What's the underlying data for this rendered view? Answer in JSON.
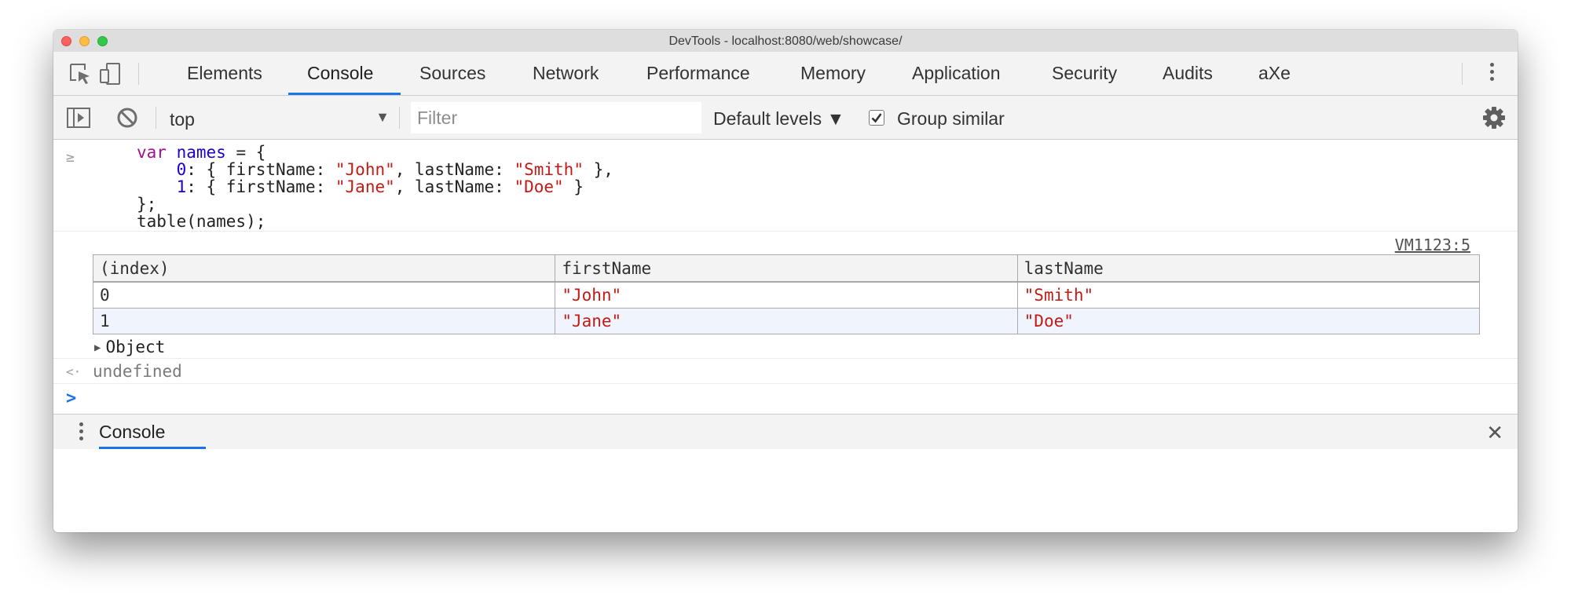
{
  "window": {
    "title": "DevTools - localhost:8080/web/showcase/"
  },
  "tabs": [
    {
      "label": "Elements"
    },
    {
      "label": "Console",
      "active": true
    },
    {
      "label": "Sources"
    },
    {
      "label": "Network"
    },
    {
      "label": "Performance"
    },
    {
      "label": "Memory"
    },
    {
      "label": "Application"
    },
    {
      "label": "Security"
    },
    {
      "label": "Audits"
    },
    {
      "label": "aXe"
    }
  ],
  "toolbar": {
    "context": "top",
    "filter_placeholder": "Filter",
    "filter_value": "",
    "levels": "Default levels ▼",
    "group_similar_label": "Group similar",
    "group_similar_checked": true
  },
  "console": {
    "input_prefix": "≥",
    "code_lines": [
      [
        {
          "t": "var",
          "c": "kw"
        },
        {
          "t": " "
        },
        {
          "t": "names",
          "c": "var"
        },
        {
          "t": " = {"
        }
      ],
      [
        {
          "t": "    "
        },
        {
          "t": "0",
          "c": "num"
        },
        {
          "t": ": { firstName: "
        },
        {
          "t": "\"John\"",
          "c": "str"
        },
        {
          "t": ", lastName: "
        },
        {
          "t": "\"Smith\"",
          "c": "str"
        },
        {
          "t": " },"
        }
      ],
      [
        {
          "t": "    "
        },
        {
          "t": "1",
          "c": "num"
        },
        {
          "t": ": { firstName: "
        },
        {
          "t": "\"Jane\"",
          "c": "str"
        },
        {
          "t": ", lastName: "
        },
        {
          "t": "\"Doe\"",
          "c": "str"
        },
        {
          "t": " }"
        }
      ],
      [
        {
          "t": "};"
        }
      ],
      [
        {
          "t": "table(names);"
        }
      ]
    ],
    "source_link": "VM1123:5",
    "table": {
      "headers": [
        "(index)",
        "firstName",
        "lastName"
      ],
      "rows": [
        [
          "0",
          "\"John\"",
          "\"Smith\""
        ],
        [
          "1",
          "\"Jane\"",
          "\"Doe\""
        ]
      ]
    },
    "object_label": "Object",
    "result_icon": "<·",
    "result_text": "undefined",
    "prompt_caret": ">"
  },
  "drawer": {
    "tab_label": "Console",
    "close_label": "✕"
  },
  "colors": {
    "accent": "#1a73e8",
    "string": "#c41a16",
    "keyword": "#aa0d91",
    "number": "#1c00cf"
  }
}
